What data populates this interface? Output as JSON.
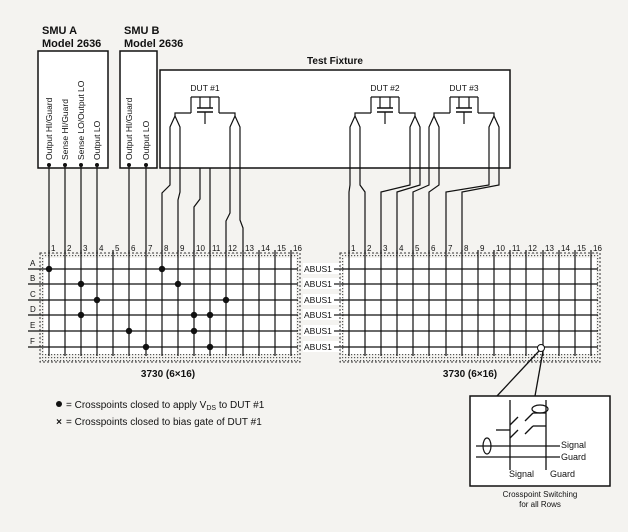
{
  "smu_a": {
    "title": "SMU A",
    "model": "Model 2636",
    "terminals": [
      "Output HI/Guard",
      "Sense HI/Guard",
      "Sense LO/Output LO",
      "Output LO"
    ]
  },
  "smu_b": {
    "title": "SMU B",
    "model": "Model 2636",
    "terminals": [
      "Output HI/Guard",
      "Output LO"
    ]
  },
  "fixture": {
    "title": "Test Fixture",
    "duts": [
      "DUT #1",
      "DUT #2",
      "DUT #3"
    ]
  },
  "matrix_left": {
    "label": "3730 (6×16)"
  },
  "matrix_right": {
    "label": "3730 (6×16)"
  },
  "rows": [
    "A",
    "B",
    "C",
    "D",
    "E",
    "F"
  ],
  "columns": [
    "1",
    "2",
    "3",
    "4",
    "5",
    "6",
    "7",
    "8",
    "9",
    "10",
    "11",
    "12",
    "13",
    "14",
    "15",
    "16"
  ],
  "abus_labels": [
    "ABUS1",
    "ABUS1",
    "ABUS1",
    "ABUS1",
    "ABUS1",
    "ABUS1"
  ],
  "legend": {
    "dot_text_pre": "= Crosspoints closed to apply V",
    "dot_sub": "DS",
    "dot_text_post": " to DUT #1",
    "x_text": "= Crosspoints closed to bias gate of DUT #1"
  },
  "inset": {
    "signal": "Signal",
    "guard": "Guard",
    "caption": [
      "Crosspoint Switching",
      "for all Rows"
    ]
  }
}
